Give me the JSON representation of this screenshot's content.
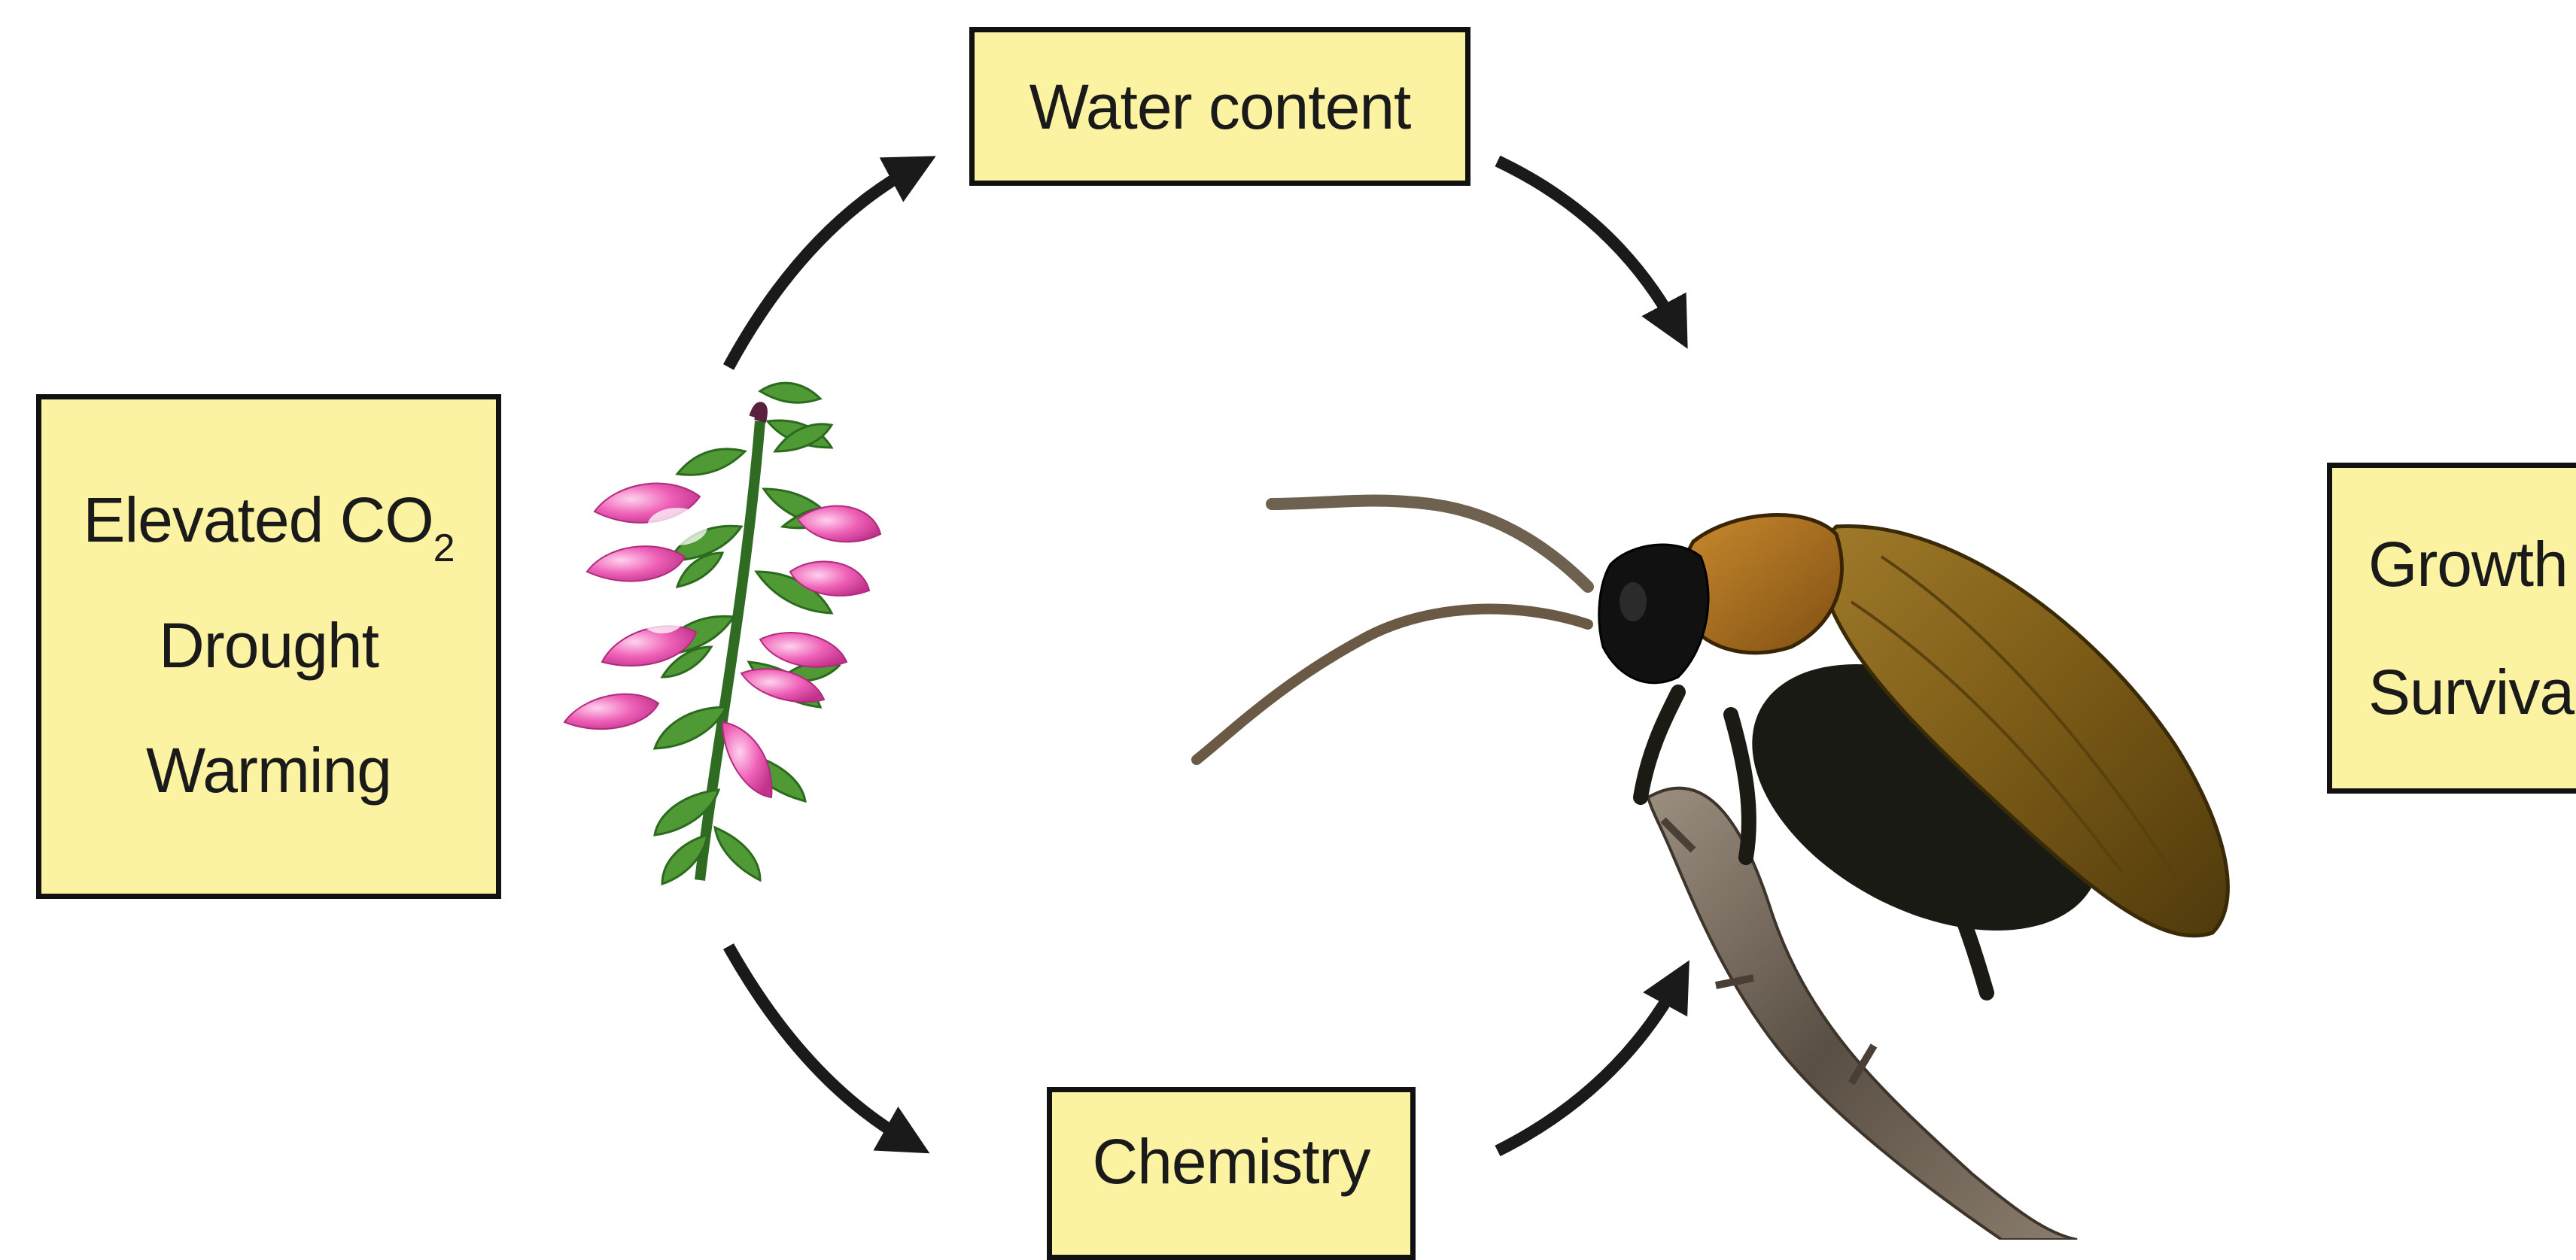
{
  "drivers": {
    "items": [
      "Elevated CO",
      "Drought",
      "Warming"
    ],
    "co2_subscript": "2"
  },
  "mediators": {
    "top": "Water content",
    "bottom": "Chemistry"
  },
  "outcomes": {
    "items": [
      "Growth",
      "Survival"
    ]
  },
  "colors": {
    "box_fill": "#fbf3a2",
    "box_border": "#111111",
    "arrow": "#1a1a1a",
    "flower_pink": "#ee5fb6",
    "foliage_green": "#3e8a2e",
    "beetle_elytra": "#7a5a16",
    "beetle_pronotum": "#a66f1e"
  },
  "icons": {
    "plant": "heather-plant-illustration",
    "insect": "leaf-beetle-photo"
  }
}
